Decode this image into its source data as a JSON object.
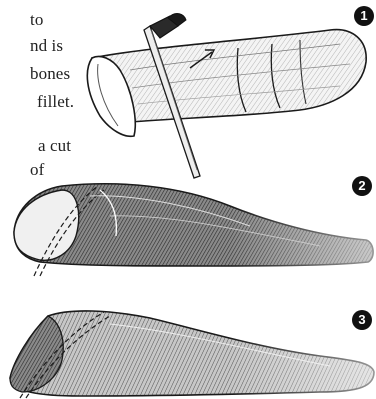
{
  "text_fragments": [
    "to",
    "nd is",
    "bones",
    "fillet.",
    "a cut",
    "of"
  ],
  "step_markers": [
    "1",
    "2",
    "3"
  ],
  "colors": {
    "ink": "#1a1a1a",
    "mid_shade": "#6e6e6e",
    "light_shade": "#d8d8d8",
    "paper": "#ffffff"
  }
}
